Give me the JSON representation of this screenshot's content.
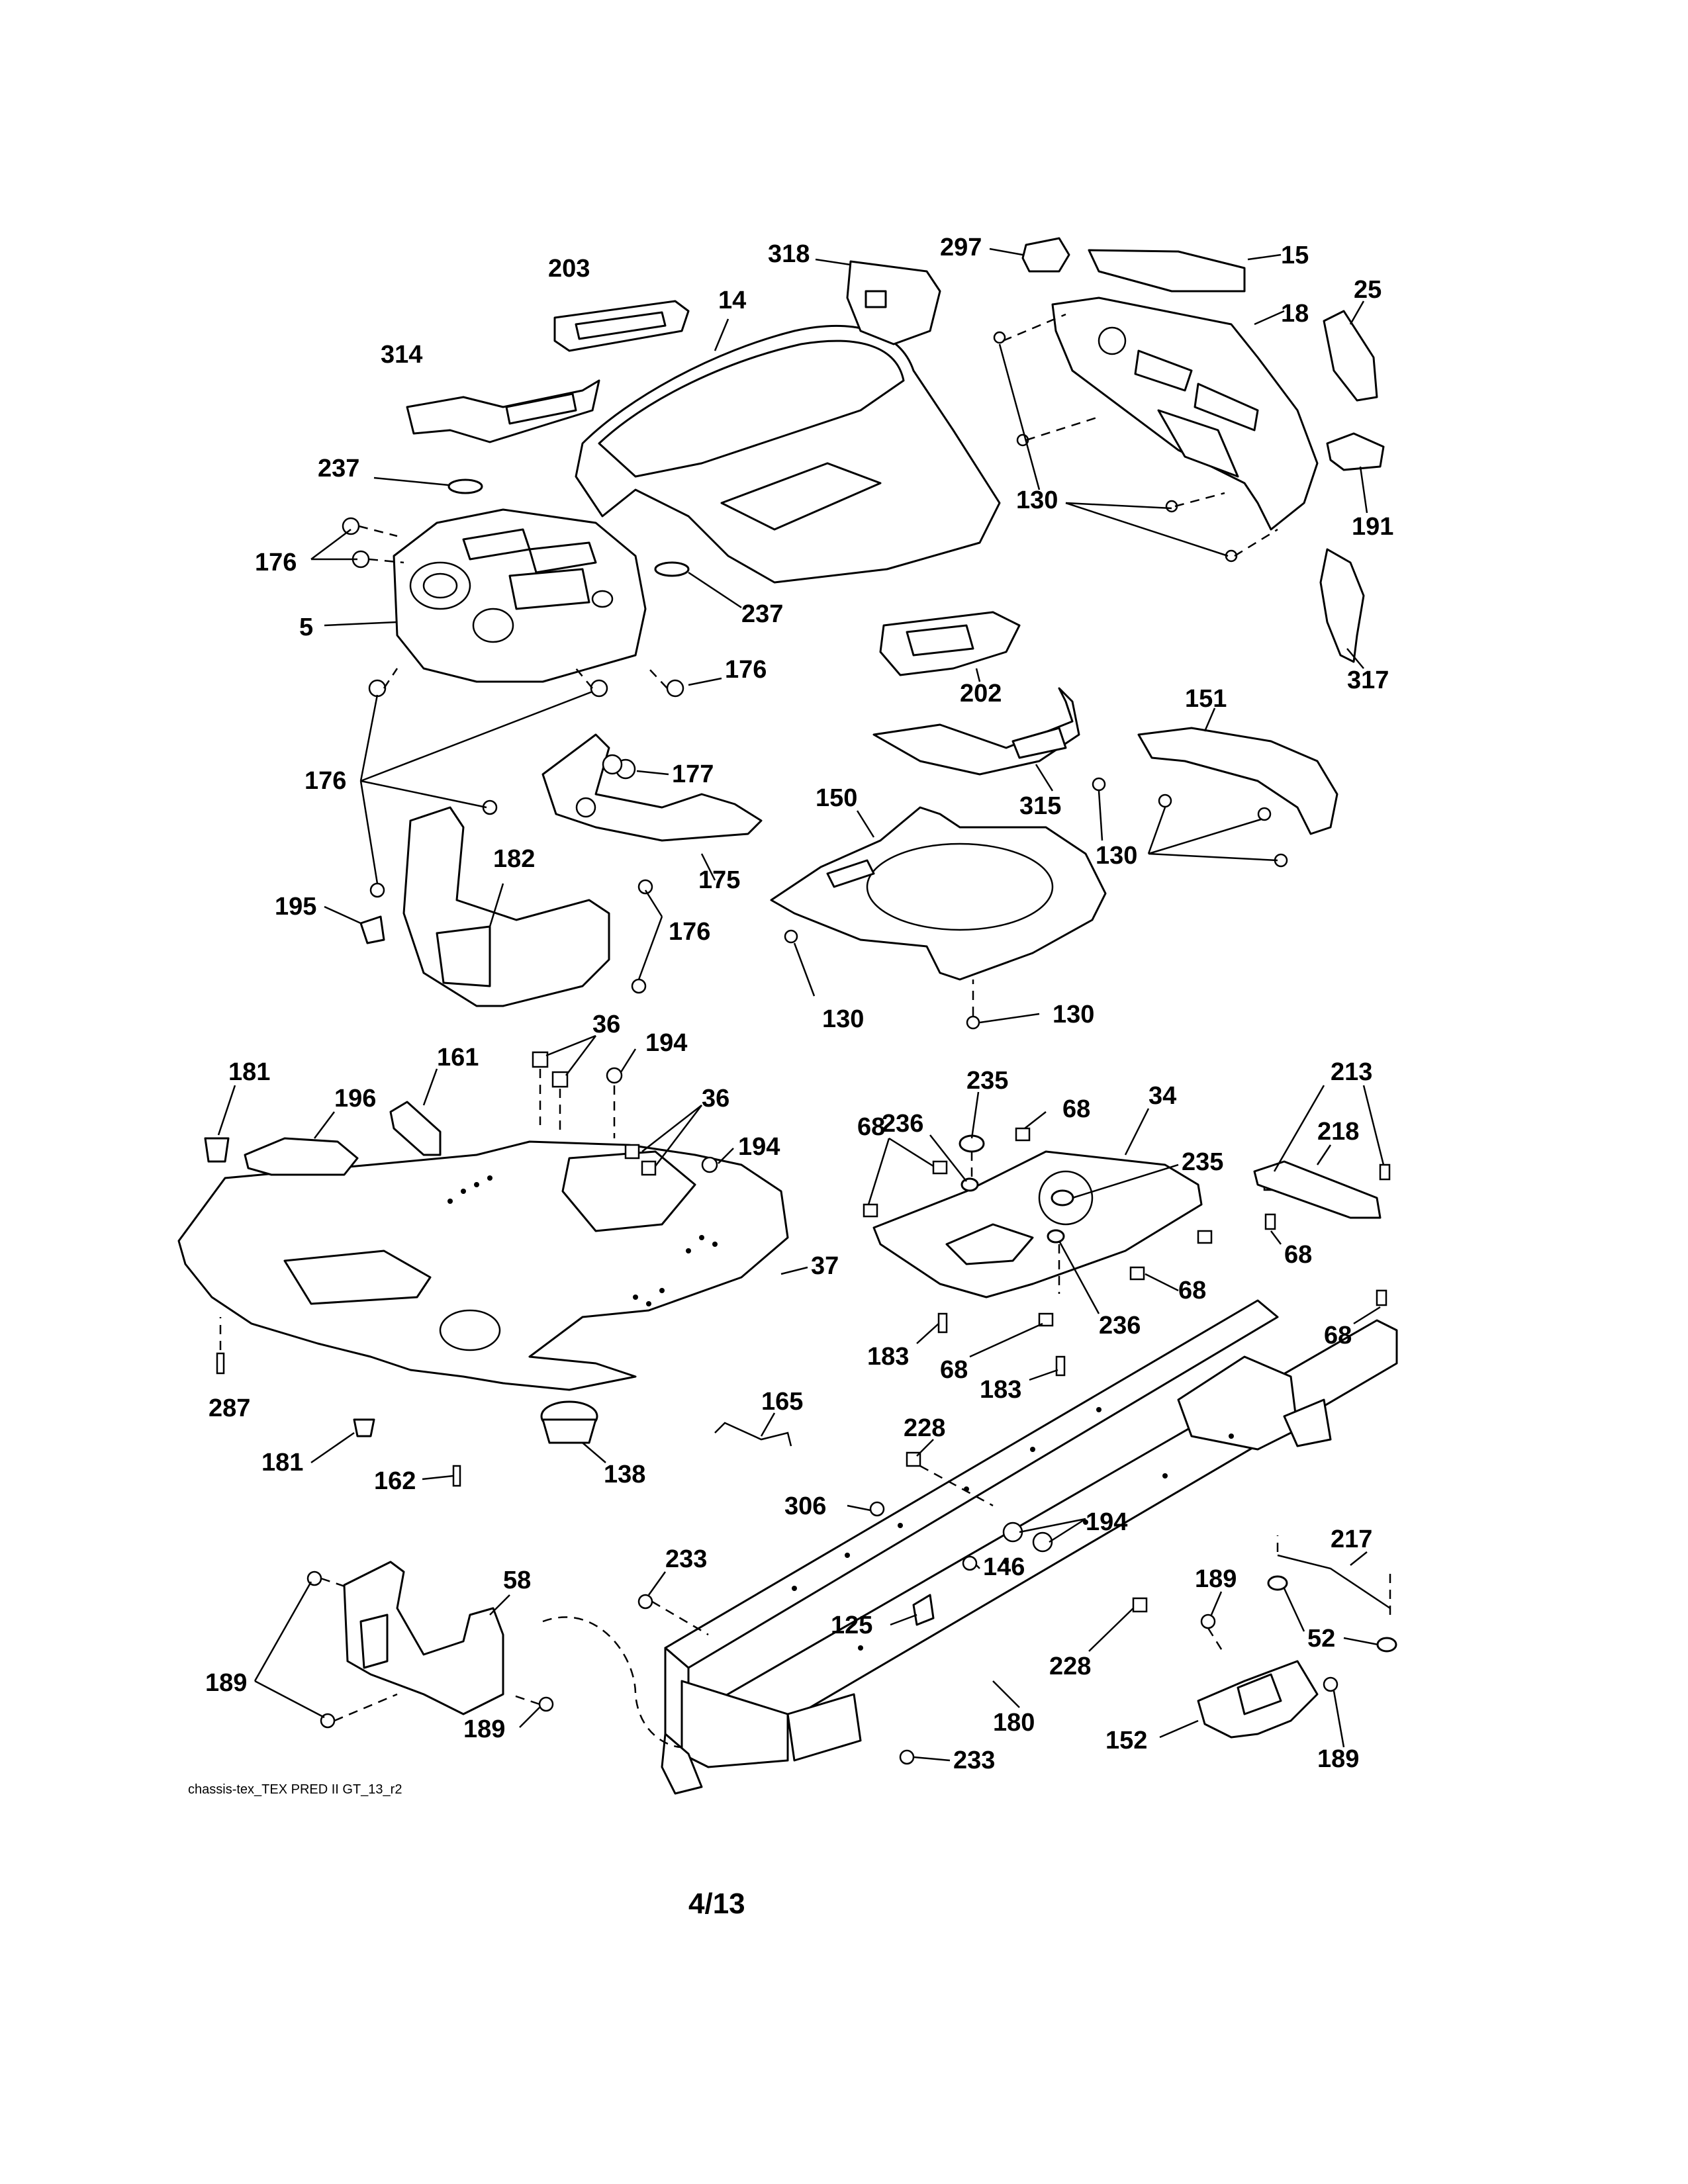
{
  "diagram": {
    "caption": "chassis-tex_TEX PRED II GT_13_r2",
    "page_number": "4/13",
    "callouts": {
      "c203": "203",
      "c318": "318",
      "c297": "297",
      "c15": "15",
      "c14": "14",
      "c18": "18",
      "c25": "25",
      "c314": "314",
      "c237a": "237",
      "c176a": "176",
      "c5": "5",
      "c237b": "237",
      "c130a": "130",
      "c191": "191",
      "c176b": "176",
      "c202": "202",
      "c317": "317",
      "c176c": "176",
      "c177": "177",
      "c151": "151",
      "c315": "315",
      "c150": "150",
      "c130b": "130",
      "c182": "182",
      "c175": "175",
      "c195": "195",
      "c176d": "176",
      "c130c": "130",
      "c130d": "130",
      "c36a": "36",
      "c194a": "194",
      "c181a": "181",
      "c161": "161",
      "c196": "196",
      "c36b": "36",
      "c235a": "235",
      "c68a": "68",
      "c34": "34",
      "c213": "213",
      "c236a": "236",
      "c68b": "68",
      "c194b": "194",
      "c235b": "235",
      "c218": "218",
      "c37": "37",
      "c68c": "68",
      "c68d": "68",
      "c236b": "236",
      "c68e": "68",
      "c183a": "183",
      "c68f": "68",
      "c183b": "183",
      "c287": "287",
      "c165": "165",
      "c228a": "228",
      "c181b": "181",
      "c138": "138",
      "c162": "162",
      "c306": "306",
      "c194c": "194",
      "c217": "217",
      "c233a": "233",
      "c146": "146",
      "c189a": "189",
      "c58": "58",
      "c125": "125",
      "c52": "52",
      "c228b": "228",
      "c189b": "189",
      "c189c": "189",
      "c180": "180",
      "c152": "152",
      "c189d": "189",
      "c233b": "233"
    }
  }
}
